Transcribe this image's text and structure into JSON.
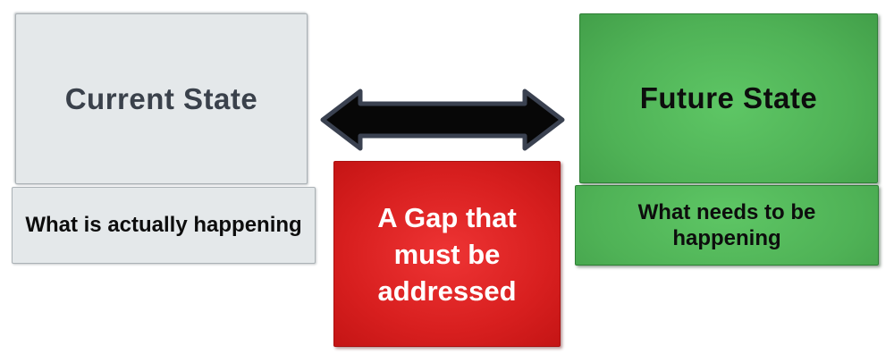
{
  "current_state": {
    "title": "Current State",
    "subtitle": "What is actually happening"
  },
  "future_state": {
    "title": "Future State",
    "subtitle": "What needs to be happening"
  },
  "gap": {
    "label": "A Gap that must be addressed"
  },
  "icons": {
    "arrow": "double-headed-arrow-icon"
  },
  "colors": {
    "current_fill": "#e4e8ea",
    "current_border": "#abb2b6",
    "current_title_color": "#3a414b",
    "subtitle_color": "#0d0d0d",
    "future_center": "#5ec665",
    "future_edge": "#3f9a46",
    "future_border": "#2e7f35",
    "gap_center": "#ee3434",
    "gap_edge": "#c31414",
    "gap_border": "#ab0f0f",
    "gap_text": "#ffffff",
    "arrow_fill": "#070707",
    "arrow_outline": "#3a4150"
  }
}
